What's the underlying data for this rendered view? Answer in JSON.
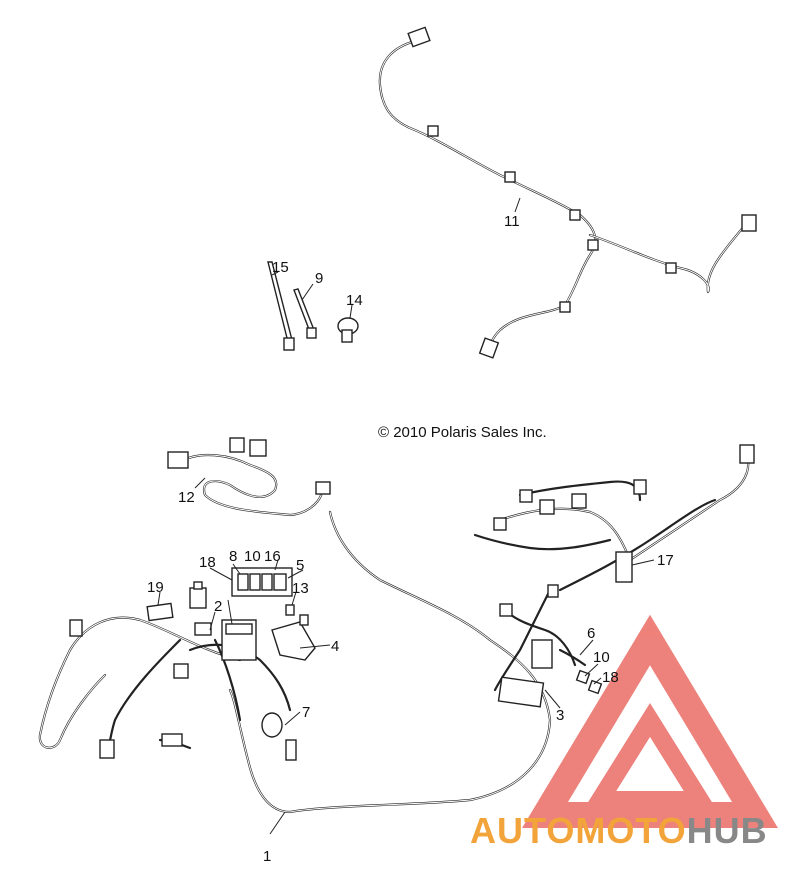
{
  "copyright": "© 2010 Polaris Sales Inc.",
  "callouts": [
    "1",
    "2",
    "3",
    "4",
    "5",
    "6",
    "7",
    "8",
    "9",
    "10",
    "10",
    "11",
    "12",
    "13",
    "14",
    "15",
    "16",
    "17",
    "18",
    "18",
    "19"
  ],
  "watermark": {
    "part1": "AUTOMOTO",
    "part2": "HUB",
    "color_red": "#e8584f",
    "color_orange": "#f2a33a",
    "color_gray": "#888888"
  }
}
